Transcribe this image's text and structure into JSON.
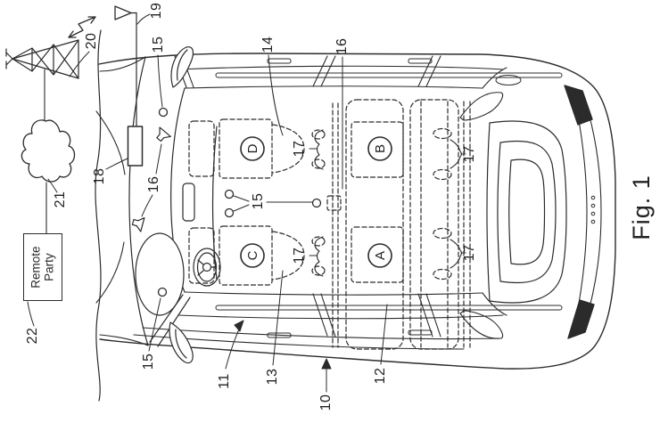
{
  "figure": {
    "caption": "Fig. 1"
  },
  "remote_party": {
    "line1": "Remote",
    "line2": "Party"
  },
  "refs": {
    "r10": "10",
    "r11": "11",
    "r12": "12",
    "r13": "13",
    "r14": "14",
    "r15": "15",
    "r16": "16",
    "r17": "17",
    "r18": "18",
    "r19": "19",
    "r20": "20",
    "r21": "21",
    "r22": "22"
  },
  "seats": {
    "a": "A",
    "b": "B",
    "c": "C",
    "d": "D"
  },
  "colors": {
    "ink": "#2b2b2b",
    "paper": "#ffffff"
  },
  "icons": {
    "cell_tower": "lattice-tower-icon",
    "radio_waves": "zigzag-double-arrow-icon",
    "cloud": "network-cloud-icon",
    "antenna": "triangle-antenna-icon",
    "microphone": "small-circle-mic-icon",
    "speaker": "cone-speaker-icon"
  }
}
